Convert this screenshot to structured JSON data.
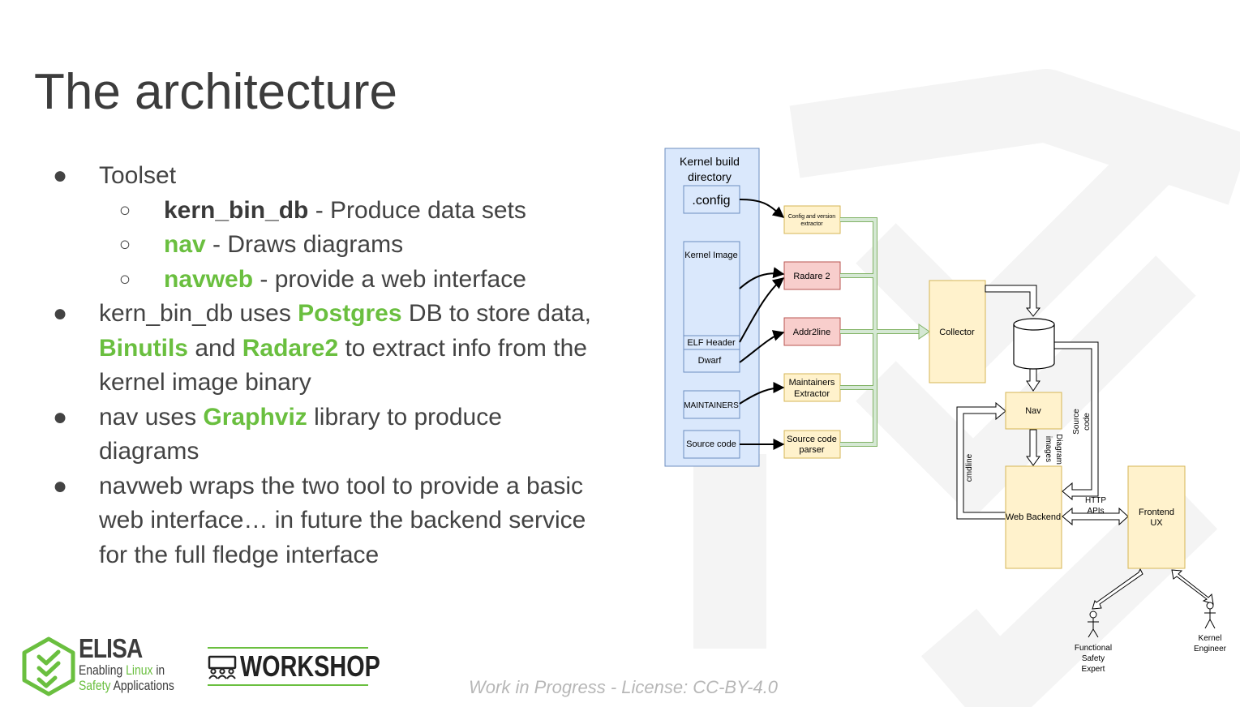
{
  "slide": {
    "title": "The architecture",
    "footer": "Work in Progress - License: CC-BY-4.0"
  },
  "bullets": {
    "toolset": "Toolset",
    "sub": [
      {
        "name": "kern_bin_db",
        "desc": " - Produce data sets"
      },
      {
        "name": "nav",
        "desc": " - Draws diagrams"
      },
      {
        "name": "navweb",
        "desc": " - provide a web interface"
      }
    ],
    "b2": {
      "p1": "kern_bin_db uses ",
      "g1": "Postgres",
      "p2": " DB to store data,",
      "g2": "Binutils",
      "p3": " and ",
      "g3": "Radare2",
      "p4": " to extract info from the",
      "p5": "kernel image binary"
    },
    "b3": {
      "p1": "nav uses ",
      "g1": "Graphviz",
      "p2": " library to produce",
      "p3": "diagrams"
    },
    "b4": {
      "l1": "navweb wraps the two tool to provide a basic",
      "l2": "web interface… in future the backend service",
      "l3": "for the full fledge interface"
    }
  },
  "diagram": {
    "kernel_dir": {
      "title1": "Kernel build",
      "title2": "directory"
    },
    "nodes": {
      "config": ".config",
      "kernel_image": "Kernel Image",
      "elf_header": "ELF Header",
      "dwarf": "Dwarf",
      "maintainers": "MAINTAINERS",
      "source_code": "Source code",
      "config_extractor1": "Config and version",
      "config_extractor2": "extractor",
      "radare": "Radare 2",
      "addr2line": "Addr2line",
      "maint_extractor1": "Maintainers",
      "maint_extractor2": "Extractor",
      "parser1": "Source code",
      "parser2": "parser",
      "collector": "Collector",
      "nav": "Nav",
      "web_backend": "Web Backend",
      "frontend1": "Frontend",
      "frontend2": "UX",
      "fse1": "Functional",
      "fse2": "Safety",
      "fse3": "Expert",
      "ke1": "Kernel",
      "ke2": "Engineer"
    },
    "edge_labels": {
      "source_code1": "Source",
      "source_code2": "code",
      "diagram_images1": "Diagram",
      "diagram_images2": "images",
      "cmdline": "cmdline",
      "http1": "HTTP",
      "http2": "APIs"
    },
    "colors": {
      "blue_fill": "#dae8fc",
      "blue_stroke": "#6c8ebf",
      "yellow_fill": "#fff2cc",
      "yellow_stroke": "#d6b656",
      "red_fill": "#f8cecc",
      "red_stroke": "#b85450",
      "green_fill": "#d5e8d4",
      "green_stroke": "#82b366"
    }
  },
  "logos": {
    "elisa_name": "ELISA",
    "elisa_line1a": "Enabling ",
    "elisa_line1b": "Linux",
    "elisa_line1c": " in",
    "elisa_line2a": "Safety",
    "elisa_line2b": " Applications",
    "workshop": "WORKSHOP"
  }
}
